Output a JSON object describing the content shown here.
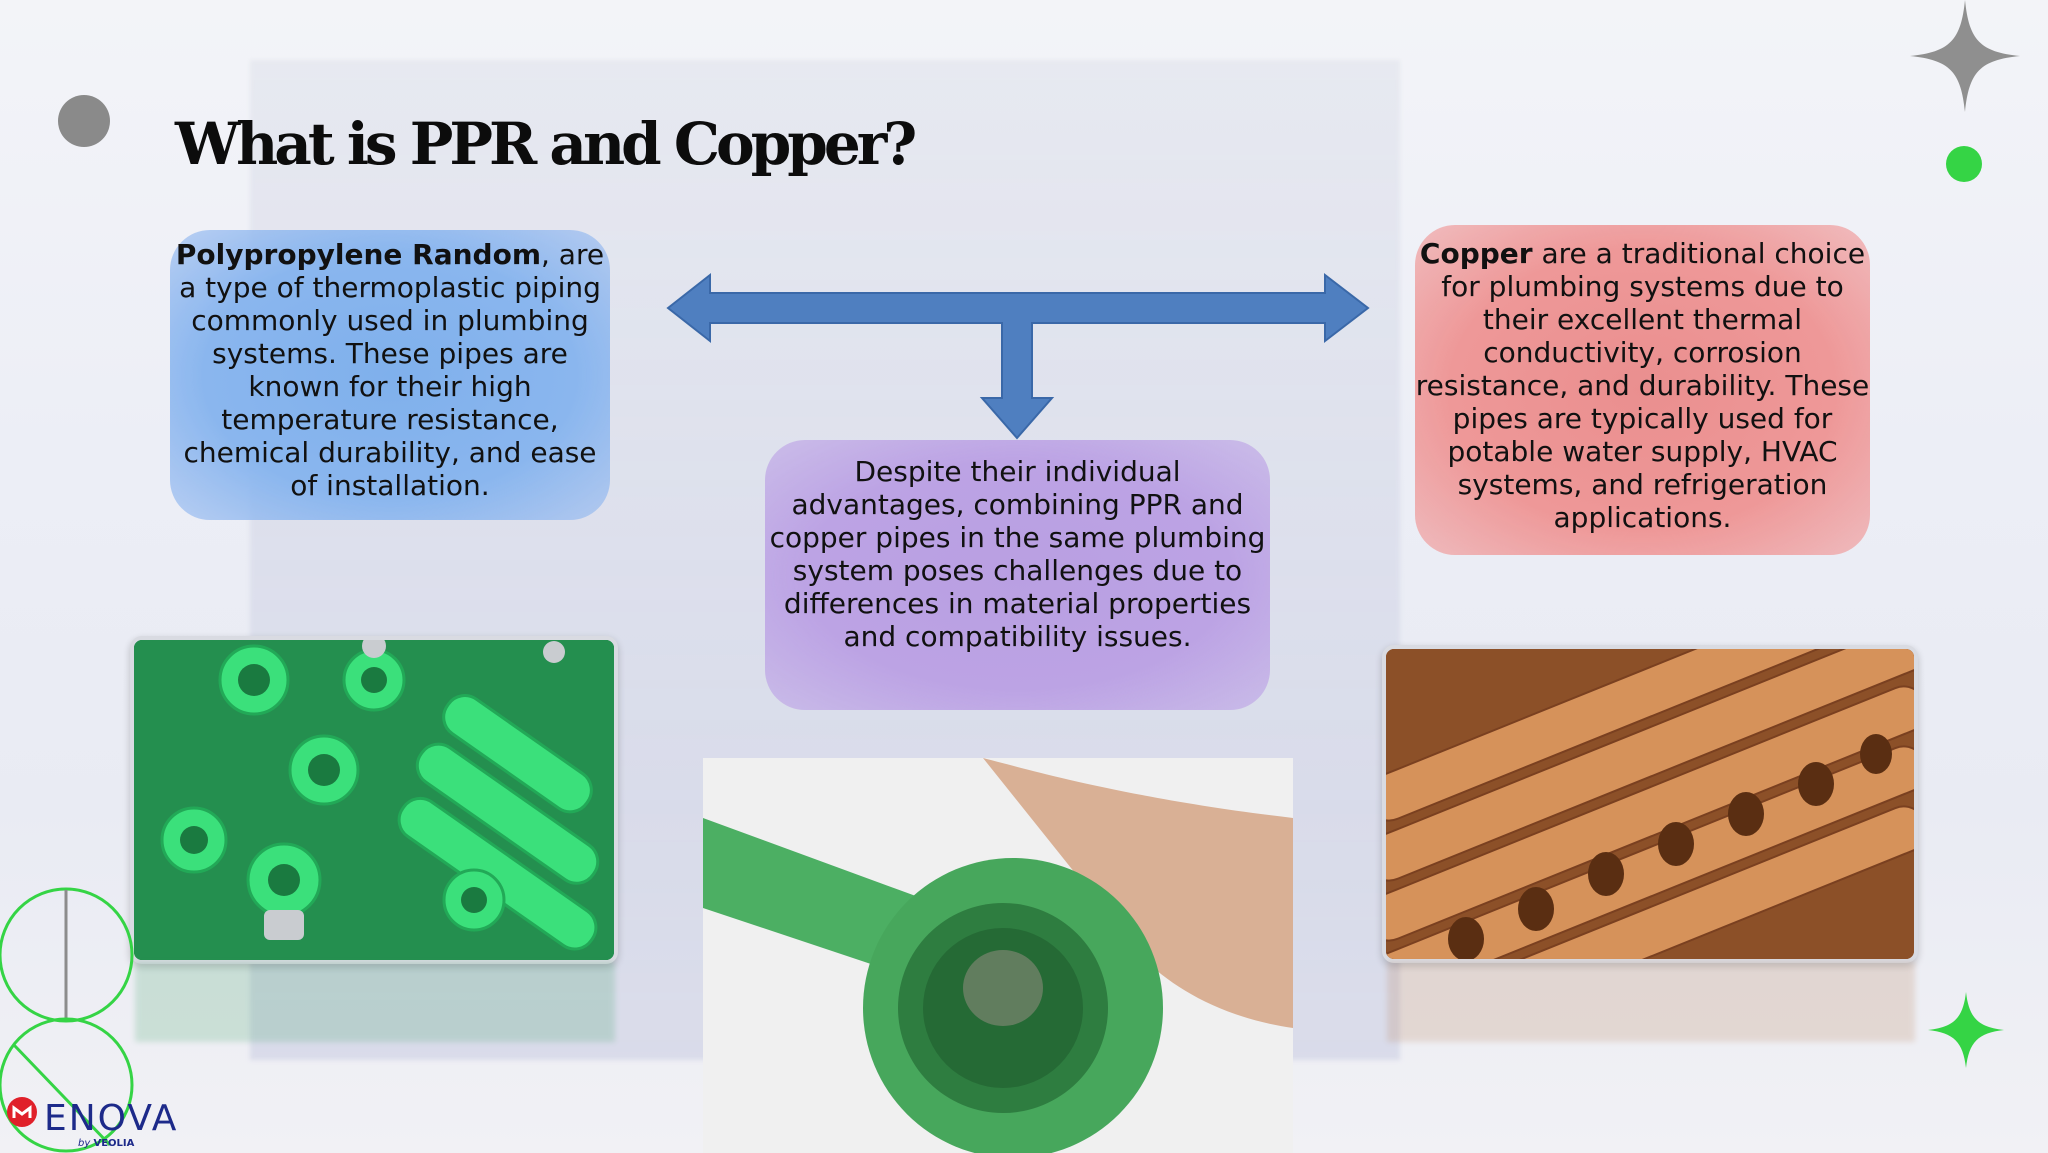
{
  "slide": {
    "title": "What is PPR and Copper?"
  },
  "boxes": {
    "ppr": {
      "bold": "Polypropylene Random",
      "text": ", are a type of thermoplastic piping commonly used in plumbing systems. These pipes are known for their high temperature resistance, chemical durability, and ease of installation."
    },
    "copper": {
      "bold": "Copper",
      "text": " are a traditional choice for plumbing systems due to their excellent thermal conductivity, corrosion resistance, and durability. These pipes are typically used for potable water supply, HVAC systems, and refrigeration applications."
    },
    "combined": {
      "text": "Despite their individual advantages, combining PPR and copper pipes in the same plumbing system poses challenges due to differences in material properties and compatibility issues."
    }
  },
  "logo": {
    "name": "ENOVA",
    "by": "by",
    "parent": "VEOLIA"
  },
  "colors": {
    "ppr_box": "#8ab6ee",
    "combined_box": "#bca3e4",
    "copper_box": "#ee9898",
    "arrow": "#4f7fc0",
    "accent_green": "#35d445",
    "logo_blue": "#1d2a8a",
    "logo_red": "#e0202a"
  }
}
